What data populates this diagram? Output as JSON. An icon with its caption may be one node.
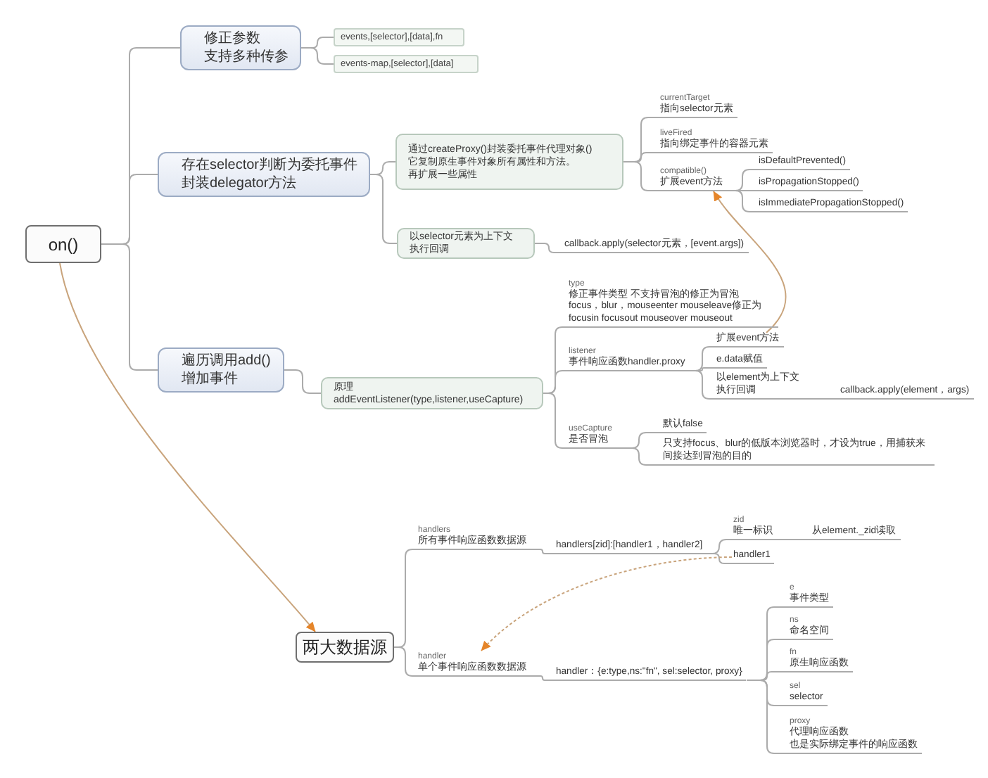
{
  "diagram": {
    "nodes": [
      {
        "text": [
          "on()"
        ]
      },
      {
        "text": [
          "修正参数",
          "支持多种传参"
        ]
      },
      {
        "text": [
          "events,[selector],[data],fn"
        ]
      },
      {
        "text": [
          "events-map,[selector],[data]"
        ]
      },
      {
        "text": [
          "存在selector判断为委托事件",
          "封装delegator方法"
        ]
      },
      {
        "text": [
          "通过createProxy()封装委托事件代理对象()",
          "它复制原生事件对象所有属性和方法。",
          "再扩展一些属性"
        ]
      },
      {
        "text": [
          "以selector元素为上下文",
          "执行回调"
        ]
      },
      {
        "text": [
          "callback.apply(selector元素，[event.args])"
        ]
      },
      {
        "text": [
          "currentTarget",
          "指向selector元素"
        ]
      },
      {
        "text": [
          "liveFired",
          "指向绑定事件的容器元素"
        ]
      },
      {
        "text": [
          "compatible()",
          "扩展event方法"
        ]
      },
      {
        "text": [
          "isDefaultPrevented()"
        ]
      },
      {
        "text": [
          "isPropagationStopped()"
        ]
      },
      {
        "text": [
          "isImmediatePropagationStopped()"
        ]
      },
      {
        "text": [
          "遍历调用add()",
          "增加事件"
        ]
      },
      {
        "text": [
          "原理",
          "addEventListener(type,listener,useCapture)"
        ]
      },
      {
        "text": [
          "type",
          "修正事件类型 不支持冒泡的修正为冒泡",
          "focus，blur，mouseenter mouseleave修正为 focusin focusout mouseover mouseout"
        ]
      },
      {
        "text": [
          "listener",
          "事件响应函数handler.proxy"
        ]
      },
      {
        "text": [
          "扩展event方法"
        ]
      },
      {
        "text": [
          "e.data赋值"
        ]
      },
      {
        "text": [
          "以element为上下文",
          "执行回调"
        ]
      },
      {
        "text": [
          "callback.apply(element，args)"
        ]
      },
      {
        "text": [
          "useCapture",
          "是否冒泡"
        ]
      },
      {
        "text": [
          "默认false"
        ]
      },
      {
        "text": [
          "只支持focus、blur的低版本浏览器时，才设为true，用捕获来间接达到冒泡的目的"
        ]
      },
      {
        "text": [
          "两大数据源"
        ]
      },
      {
        "text": [
          "handlers",
          "所有事件响应函数数据源"
        ]
      },
      {
        "text": [
          "handlers[zid]:[handler1，handler2]"
        ]
      },
      {
        "text": [
          "zid",
          "唯一标识"
        ]
      },
      {
        "text": [
          "从element._zid读取"
        ]
      },
      {
        "text": [
          "handler1"
        ]
      },
      {
        "text": [
          "handler",
          "单个事件响应函数数据源"
        ]
      },
      {
        "text": [
          "handler：{e:type,ns:\"fn\", sel:selector, proxy}"
        ]
      },
      {
        "text": [
          "e",
          "事件类型"
        ]
      },
      {
        "text": [
          "ns",
          "命名空间"
        ]
      },
      {
        "text": [
          "fn",
          "原生响应函数"
        ]
      },
      {
        "text": [
          "sel",
          "selector"
        ]
      },
      {
        "text": [
          "proxy",
          "代理响应函数",
          "也是实际绑定事件的响应函数"
        ]
      }
    ],
    "edges": [
      {
        "from": 0,
        "to": 1,
        "arrow": "none"
      },
      {
        "from": 1,
        "to": 2,
        "arrow": "none"
      },
      {
        "from": 1,
        "to": 3,
        "arrow": "none"
      },
      {
        "from": 0,
        "to": 4,
        "arrow": "none"
      },
      {
        "from": 4,
        "to": 5,
        "arrow": "none"
      },
      {
        "from": 5,
        "to": 8,
        "arrow": "none"
      },
      {
        "from": 5,
        "to": 9,
        "arrow": "none"
      },
      {
        "from": 5,
        "to": 10,
        "arrow": "none"
      },
      {
        "from": 10,
        "to": 11,
        "arrow": "none"
      },
      {
        "from": 10,
        "to": 12,
        "arrow": "none"
      },
      {
        "from": 10,
        "to": 13,
        "arrow": "none"
      },
      {
        "from": 4,
        "to": 6,
        "arrow": "none"
      },
      {
        "from": 6,
        "to": 7,
        "arrow": "none"
      },
      {
        "from": 0,
        "to": 14,
        "arrow": "none"
      },
      {
        "from": 14,
        "to": 15,
        "arrow": "none"
      },
      {
        "from": 15,
        "to": 16,
        "arrow": "none"
      },
      {
        "from": 15,
        "to": 17,
        "arrow": "none"
      },
      {
        "from": 17,
        "to": 18,
        "arrow": "none"
      },
      {
        "from": 17,
        "to": 19,
        "arrow": "none"
      },
      {
        "from": 17,
        "to": 20,
        "arrow": "none"
      },
      {
        "from": 20,
        "to": 21,
        "arrow": "none"
      },
      {
        "from": 15,
        "to": 22,
        "arrow": "none"
      },
      {
        "from": 22,
        "to": 23,
        "arrow": "none"
      },
      {
        "from": 22,
        "to": 24,
        "arrow": "none"
      },
      {
        "from": 25,
        "to": 26,
        "arrow": "none"
      },
      {
        "from": 26,
        "to": 27,
        "arrow": "none"
      },
      {
        "from": 27,
        "to": 28,
        "arrow": "none"
      },
      {
        "from": 28,
        "to": 29,
        "arrow": "none"
      },
      {
        "from": 27,
        "to": 30,
        "arrow": "none"
      },
      {
        "from": 25,
        "to": 31,
        "arrow": "none"
      },
      {
        "from": 31,
        "to": 32,
        "arrow": "none"
      },
      {
        "from": 32,
        "to": 33,
        "arrow": "none"
      },
      {
        "from": 32,
        "to": 34,
        "arrow": "none"
      },
      {
        "from": 32,
        "to": 35,
        "arrow": "none"
      },
      {
        "from": 32,
        "to": 36,
        "arrow": "none"
      },
      {
        "from": 32,
        "to": 37,
        "arrow": "none"
      },
      {
        "from": 0,
        "to": 25,
        "arrow": "to",
        "color": "#c9a47c"
      },
      {
        "from": 18,
        "to": 10,
        "arrow": "to",
        "color": "#c9a47c"
      },
      {
        "from": 30,
        "to": 31,
        "arrow": "to",
        "style": "dashed",
        "color": "#c9a47c"
      }
    ]
  }
}
